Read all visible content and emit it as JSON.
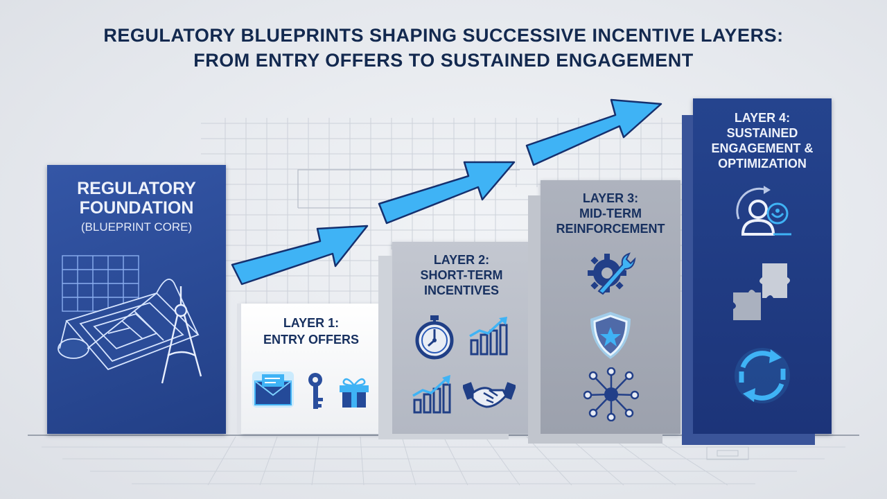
{
  "title": {
    "line1": "REGULATORY BLUEPRINTS SHAPING SUCCESSIVE INCENTIVE LAYERS:",
    "line2": "FROM ENTRY OFFERS TO SUSTAINED ENGAGEMENT"
  },
  "foundation": {
    "line1": "REGULATORY",
    "line2": "FOUNDATION",
    "subtitle": "(BLUEPRINT CORE)",
    "icons": [
      "blueprint-roll-icon",
      "drafting-compass-icon"
    ]
  },
  "layers": [
    {
      "line1": "LAYER 1:",
      "line2": "ENTRY OFFERS",
      "icons": [
        "envelope-icon",
        "key-icon",
        "gift-icon"
      ]
    },
    {
      "line1": "LAYER 2:",
      "line2": "SHORT-TERM",
      "line3": "INCENTIVES",
      "icons": [
        "stopwatch-icon",
        "growth-chart-icon",
        "growth-chart-icon",
        "handshake-icon"
      ]
    },
    {
      "line1": "LAYER 3:",
      "line2": "MID-TERM",
      "line3": "REINFORCEMENT",
      "icons": [
        "gear-wrench-icon",
        "shield-star-icon",
        "network-nodes-icon"
      ]
    },
    {
      "line1": "LAYER 4:",
      "line2": "SUSTAINED",
      "line3": "ENGAGEMENT &",
      "line4": "OPTIMIZATION",
      "icons": [
        "user-cycle-icon",
        "puzzle-icon",
        "refresh-cycle-icon"
      ]
    }
  ],
  "colors": {
    "title": "#13294f",
    "foundation": "#2e4f9c",
    "layer1": "#f4f5f7",
    "layer2": "#b9bdc7",
    "layer3": "#a2a7b3",
    "layer4": "#1f3a84",
    "arrow": "#3fb3f5",
    "accent": "#1f3d86"
  }
}
